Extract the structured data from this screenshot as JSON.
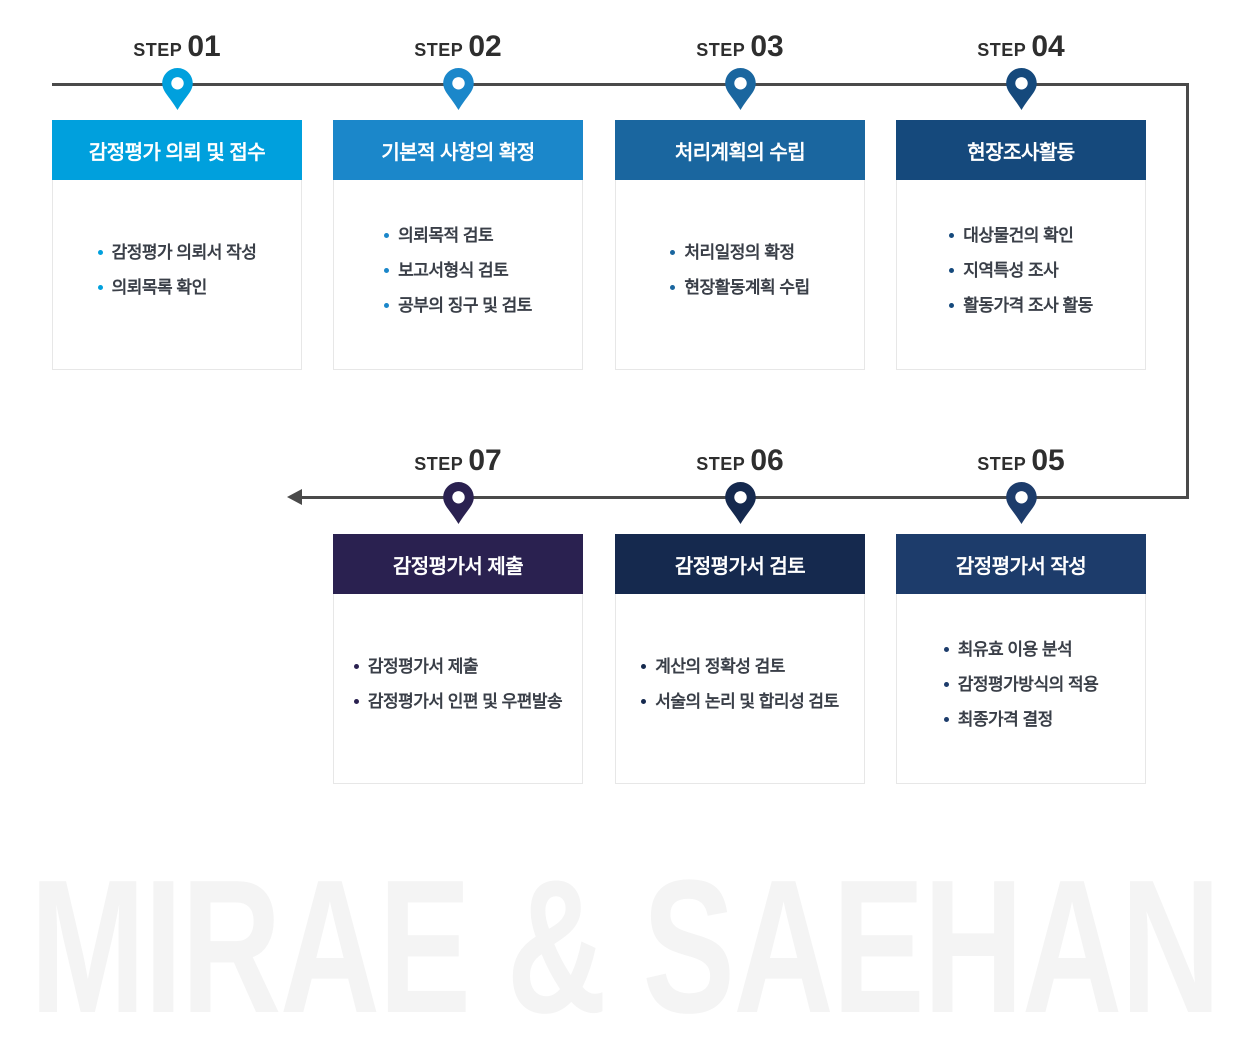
{
  "step_label_prefix": "STEP",
  "connector": {
    "color": "#4a4a4a"
  },
  "watermark": {
    "text": "MIRAE & SAEHAN",
    "color": "#f4f4f4"
  },
  "steps": [
    {
      "number": "01",
      "title": "감정평가 의뢰 및 접수",
      "color": "#00a0dd",
      "bullets": [
        "감정평가 의뢰서 작성",
        "의뢰목록 확인"
      ]
    },
    {
      "number": "02",
      "title": "기본적 사항의 확정",
      "color": "#1b87ca",
      "bullets": [
        "의뢰목적 검토",
        "보고서형식 검토",
        "공부의 징구 및 검토"
      ]
    },
    {
      "number": "03",
      "title": "처리계획의 수립",
      "color": "#1a669f",
      "bullets": [
        "처리일정의 확정",
        "현장활동계획 수립"
      ]
    },
    {
      "number": "04",
      "title": "현장조사활동",
      "color": "#15497c",
      "bullets": [
        "대상물건의 확인",
        "지역특성 조사",
        "활동가격 조사 활동"
      ]
    },
    {
      "number": "05",
      "title": "감정평가서 작성",
      "color": "#1d3c6b",
      "bullets": [
        "최유효 이용 분석",
        "감정평가방식의 적용",
        "최종가격 결정"
      ]
    },
    {
      "number": "06",
      "title": "감정평가서 검토",
      "color": "#15294e",
      "bullets": [
        "계산의 정확성 검토",
        "서술의 논리 및 합리성 검토"
      ]
    },
    {
      "number": "07",
      "title": "감정평가서 제출",
      "color": "#2a2150",
      "bullets": [
        "감정평가서 제출",
        "감정평가서 인편 및 우편발송"
      ]
    }
  ]
}
